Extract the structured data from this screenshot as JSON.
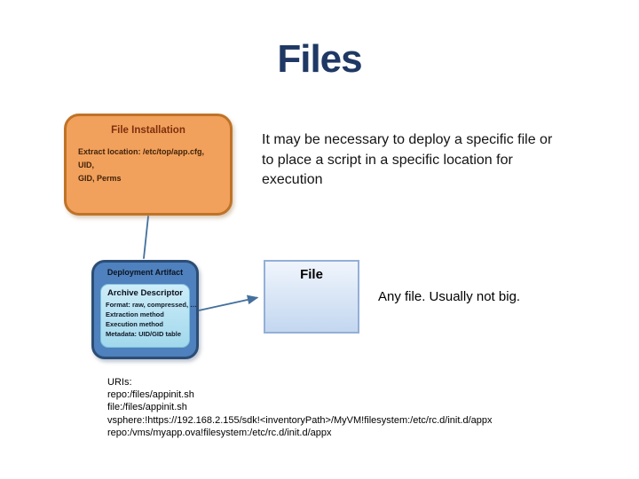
{
  "slide": {
    "title": "Files"
  },
  "colors": {
    "title_text": "#1F3864",
    "installation_fill": "#F2A15C",
    "installation_border": "#BF7327",
    "installation_title_text": "#7E2F0E",
    "artifact_fill": "#4E81BD",
    "artifact_border": "#2C4D75",
    "descriptor_fill_top": "#CDEDF9",
    "descriptor_fill_bottom": "#A2D8EC",
    "file_fill_top": "#F0F5FC",
    "file_fill_bottom": "#C3D7F0",
    "file_border": "#94AFD7",
    "connector": "#44709D"
  },
  "installation_box": {
    "title": "File Installation",
    "lines": [
      "Extract location: /etc/top/app.cfg, UID,",
      "GID, Perms"
    ]
  },
  "intro": {
    "lines": [
      "It may be necessary to deploy a specific file or",
      "to place a script in a specific location for",
      "execution"
    ]
  },
  "artifact_box": {
    "title": "Deployment Artifact",
    "descriptor": {
      "title": "Archive Descriptor",
      "lines": [
        "Format: raw, compressed, …",
        "Extraction method",
        "Execution method",
        "Metadata: UID/GID table"
      ]
    }
  },
  "file_box": {
    "label": "File"
  },
  "file_note": "Any file. Usually not big.",
  "uris": {
    "heading": "URIs:",
    "items": [
      "repo:/files/appinit.sh",
      "file:/files/appinit.sh",
      "vsphere:!https://192.168.2.155/sdk!<inventoryPath>/MyVM!filesystem:/etc/rc.d/init.d/appx",
      "repo:/vms/myapp.ova!filesystem:/etc/rc.d/init.d/appx"
    ]
  }
}
